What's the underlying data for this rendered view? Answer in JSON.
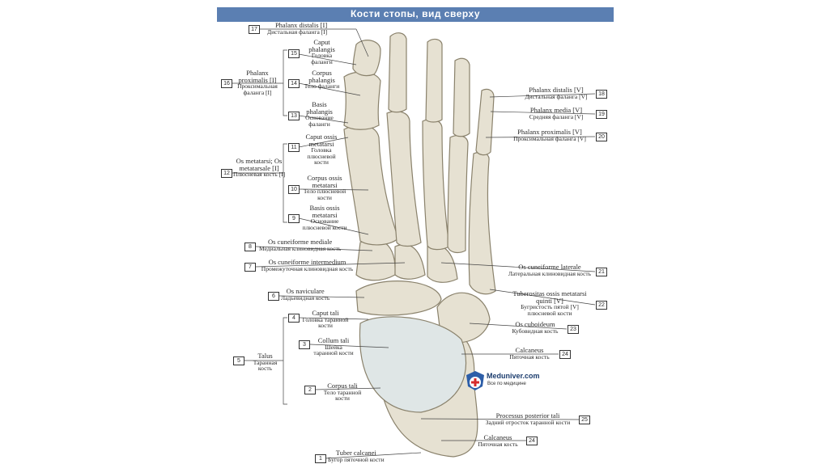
{
  "title": "Кости стопы, вид сверху",
  "watermark": {
    "name": "Meduniver.com",
    "tagline": "Все по медицине"
  },
  "labels": {
    "l17": {
      "num": "17",
      "lat": "Phalanx distalis [I]",
      "rus": "Дистальная фаланга [I]"
    },
    "l15": {
      "num": "15",
      "lat": "Caput phalangis",
      "rus": "Головка фаланги"
    },
    "l14": {
      "num": "14",
      "lat": "Corpus phalangis",
      "rus": "Тело фаланги"
    },
    "l13": {
      "num": "13",
      "lat": "Basis phalangis",
      "rus": "Основание фаланги"
    },
    "l16": {
      "num": "16",
      "lat": "Phalanx proximalis [I]",
      "rus": "Проксимальная фаланга [I]"
    },
    "l11": {
      "num": "11",
      "lat": "Caput ossis metatarsi",
      "rus": "Головка плюсневой кости"
    },
    "l12": {
      "num": "12",
      "lat": "Os metatarsi; Os metatarsale [I]",
      "rus": "Плюсневая кость [I]"
    },
    "l10": {
      "num": "10",
      "lat": "Corpus ossis metatarsi",
      "rus": "Тело плюсневой кости"
    },
    "l9": {
      "num": "9",
      "lat": "Basis ossis metatarsi",
      "rus": "Основание плюсневой кости"
    },
    "l8": {
      "num": "8",
      "lat": "Os cuneiforme mediale",
      "rus": "Медиальная клиновидная кость"
    },
    "l7": {
      "num": "7",
      "lat": "Os cuneiforme intermedium",
      "rus": "Промежуточная клиновидная кость"
    },
    "l6": {
      "num": "6",
      "lat": "Os naviculare",
      "rus": "Ладьевидная кость"
    },
    "l4": {
      "num": "4",
      "lat": "Caput tali",
      "rus": "Головка таранной кости"
    },
    "l3": {
      "num": "3",
      "lat": "Collum tali",
      "rus": "Шейка таранной кости"
    },
    "l5": {
      "num": "5",
      "lat": "Talus",
      "rus": "Таранная кость"
    },
    "l2": {
      "num": "2",
      "lat": "Corpus tali",
      "rus": "Тело таранной кости"
    },
    "l1": {
      "num": "1",
      "lat": "Tuber calcanei",
      "rus": "Бугор пяточной кости"
    },
    "l18": {
      "num": "18",
      "lat": "Phalanx distalis [V]",
      "rus": "Дистальная фаланга [V]"
    },
    "l19": {
      "num": "19",
      "lat": "Phalanx media [V]",
      "rus": "Средняя фаланга [V]"
    },
    "l20": {
      "num": "20",
      "lat": "Phalanx proximalis [V]",
      "rus": "Проксимальная фаланга [V]"
    },
    "l21": {
      "num": "21",
      "lat": "Os cuneiforme laterale",
      "rus": "Латеральная клиновидная кость"
    },
    "l22": {
      "num": "22",
      "lat": "Tuberositas ossis metatarsi quinti [V]",
      "rus": "Бугристость пятой [V] плюсневой кости"
    },
    "l23": {
      "num": "23",
      "lat": "Os cuboideum",
      "rus": "Кубовидная кость"
    },
    "l24a": {
      "num": "24",
      "lat": "Calcaneus",
      "rus": "Пяточная кость"
    },
    "l25": {
      "num": "25",
      "lat": "Processus posterior tali",
      "rus": "Задний отросток таранной кости"
    },
    "l24b": {
      "num": "24",
      "lat": "Calcaneus",
      "rus": "Пяточная кость"
    }
  }
}
